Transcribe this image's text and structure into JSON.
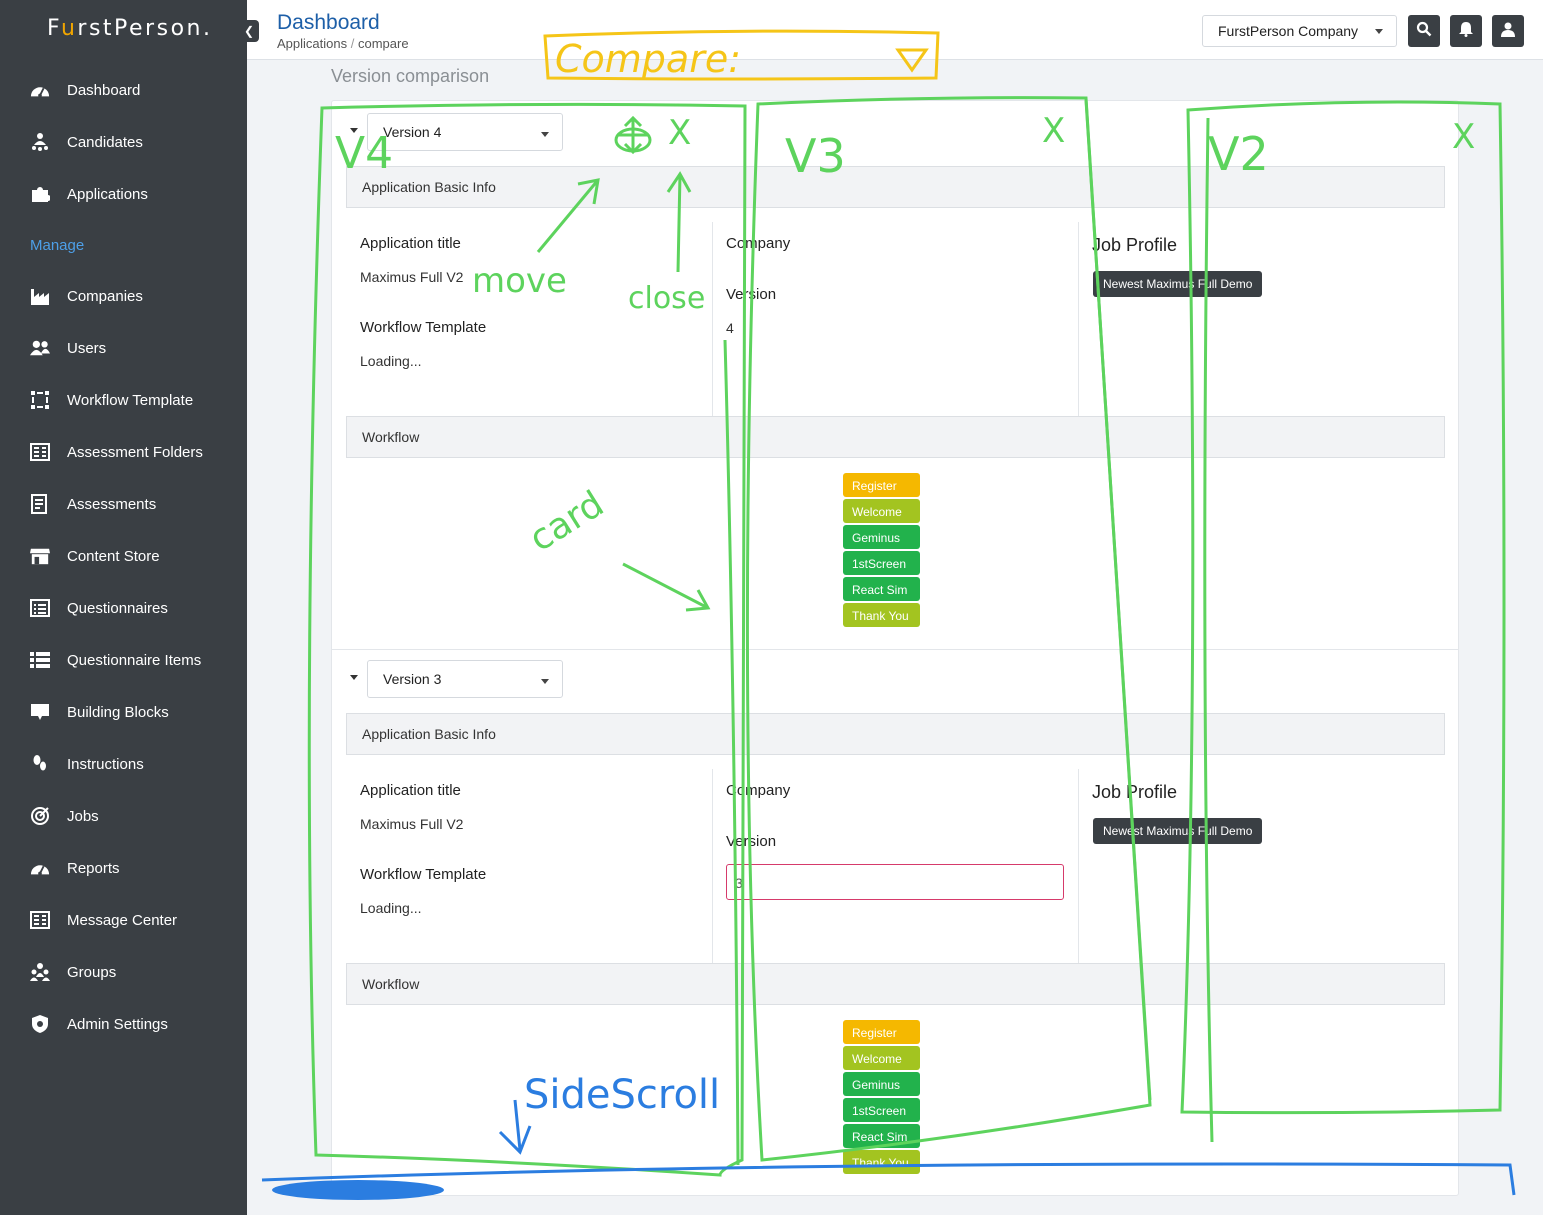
{
  "sidebar": {
    "brand": {
      "prefix": "F",
      "accent": "u",
      "suffix": "rstPerson."
    },
    "section_label": "Manage",
    "items": [
      {
        "label": "Dashboard",
        "icon": "dashboard-gauge-icon"
      },
      {
        "label": "Candidates",
        "icon": "candidates-icon"
      },
      {
        "label": "Applications",
        "icon": "puzzle-icon"
      },
      {
        "label": "Companies",
        "icon": "factory-icon"
      },
      {
        "label": "Users",
        "icon": "users-icon"
      },
      {
        "label": "Workflow Template",
        "icon": "workflow-icon"
      },
      {
        "label": "Assessment Folders",
        "icon": "folders-icon"
      },
      {
        "label": "Assessments",
        "icon": "assessment-icon"
      },
      {
        "label": "Content Store",
        "icon": "store-icon"
      },
      {
        "label": "Questionnaires",
        "icon": "list-alt-icon"
      },
      {
        "label": "Questionnaire Items",
        "icon": "list-icon"
      },
      {
        "label": "Building Blocks",
        "icon": "blocks-icon"
      },
      {
        "label": "Instructions",
        "icon": "footsteps-icon"
      },
      {
        "label": "Jobs",
        "icon": "target-icon"
      },
      {
        "label": "Reports",
        "icon": "reports-gauge-icon"
      },
      {
        "label": "Message Center",
        "icon": "message-icon"
      },
      {
        "label": "Groups",
        "icon": "groups-icon"
      },
      {
        "label": "Admin Settings",
        "icon": "shield-gear-icon"
      }
    ]
  },
  "header": {
    "title": "Dashboard",
    "breadcrumb": {
      "parent": "Applications",
      "separator": "/",
      "current": "compare"
    },
    "company": "FurstPerson Company"
  },
  "page": {
    "subtitle": "Version comparison"
  },
  "versions": [
    {
      "selected": "Version 4",
      "basic_info_label": "Application Basic Info",
      "app_title_label": "Application title",
      "app_title_value": "Maximus Full V2",
      "workflow_template_label": "Workflow Template",
      "workflow_template_value": "Loading...",
      "company_label": "Company",
      "version_label": "Version",
      "version_value": "4",
      "job_profile_label": "Job Profile",
      "job_profile_badge": "Newest Maximus Full Demo",
      "workflow_label": "Workflow",
      "steps": [
        {
          "label": "Register",
          "color": "#f5b800"
        },
        {
          "label": "Welcome",
          "color": "#a3c420"
        },
        {
          "label": "Geminus",
          "color": "#22b24c"
        },
        {
          "label": "1stScreen",
          "color": "#22b24c"
        },
        {
          "label": "React Sim",
          "color": "#22b24c"
        },
        {
          "label": "Thank You",
          "color": "#a3c420"
        }
      ]
    },
    {
      "selected": "Version 3",
      "basic_info_label": "Application Basic Info",
      "app_title_label": "Application title",
      "app_title_value": "Maximus Full V2",
      "workflow_template_label": "Workflow Template",
      "workflow_template_value": "Loading...",
      "company_label": "Company",
      "version_label": "Version",
      "version_value": "3",
      "job_profile_label": "Job Profile",
      "job_profile_badge": "Newest Maximus Full Demo",
      "workflow_label": "Workflow",
      "steps": [
        {
          "label": "Register",
          "color": "#f5b800"
        },
        {
          "label": "Welcome",
          "color": "#a3c420"
        },
        {
          "label": "Geminus",
          "color": "#22b24c"
        },
        {
          "label": "1stScreen",
          "color": "#22b24c"
        },
        {
          "label": "React Sim",
          "color": "#22b24c"
        },
        {
          "label": "Thank You",
          "color": "#a3c420"
        }
      ]
    }
  ],
  "annotations": {
    "compare": "Compare:",
    "v4": "V4",
    "v3": "V3",
    "v2": "V2",
    "close_mark": "X",
    "move": "move",
    "close": "close",
    "card": "card",
    "side_scroll": "SideScroll"
  },
  "colors": {
    "sidebar_bg": "#3a3f44",
    "accent_blue": "#1d5fa8",
    "section_blue": "#4d9fe8",
    "annotation_green": "#5dd35d",
    "annotation_yellow": "#f5c518",
    "annotation_blue": "#2b7de0",
    "input_error": "#d63a6b"
  }
}
